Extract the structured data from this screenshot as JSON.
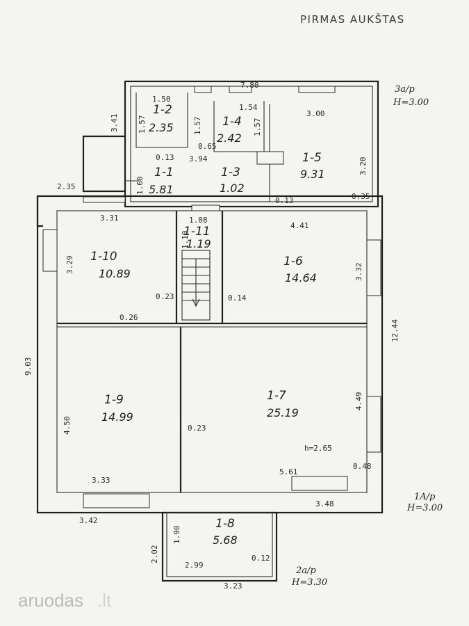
{
  "header": {
    "title": "PIRMAS AUKŠTAS",
    "note_top_right_1": "3a/p",
    "note_top_right_2": "H=3.00",
    "note_mid_right_1": "1A/p",
    "note_mid_right_2": "H=3.00",
    "note_bottom_1": "2a/p",
    "note_bottom_2": "H=3.30"
  },
  "rooms": [
    {
      "id": "1-1",
      "area": "5.81"
    },
    {
      "id": "1-2",
      "area": "2.35"
    },
    {
      "id": "1-3",
      "area": "1.02"
    },
    {
      "id": "1-4",
      "area": "2.42"
    },
    {
      "id": "1-5",
      "area": "9.31"
    },
    {
      "id": "1-6",
      "area": "14.64"
    },
    {
      "id": "1-7",
      "area": "25.19"
    },
    {
      "id": "1-8",
      "area": "5.68"
    },
    {
      "id": "1-9",
      "area": "14.99"
    },
    {
      "id": "1-10",
      "area": "10.89"
    },
    {
      "id": "1-11",
      "area": "1.19"
    }
  ],
  "dimensions": {
    "d780": "7.80",
    "d150": "1.50",
    "d154": "1.54",
    "d300": "3.00",
    "d341": "3.41",
    "d157a": "1.57",
    "d157b": "1.57",
    "d157c": "1.57",
    "d065": "0.65",
    "d013a": "0.13",
    "d394": "3.94",
    "d320": "3.20",
    "d160": "1.60",
    "d235": "2.35",
    "d013b": "0.13",
    "d035": "0.35",
    "d331": "3.31",
    "d108": "1.08",
    "d441": "4.41",
    "d110": "1.10",
    "d329": "3.29",
    "d332": "3.32",
    "d1244": "12.44",
    "d023a": "0.23",
    "d014": "0.14",
    "d026": "0.26",
    "d903": "9.03",
    "d450": "4.50",
    "d449": "4.49",
    "d023b": "0.23",
    "h265": "h=2.65",
    "d333": "3.33",
    "d561": "5.61",
    "d048": "0.48",
    "d342": "3.42",
    "d348": "3.48",
    "d190": "1.90",
    "d202": "2.02",
    "d299": "2.99",
    "d012": "0.12",
    "d323": "3.23"
  },
  "watermark": {
    "brand": "aruodas",
    "tld": ".lt"
  },
  "colors": {
    "paper": "#f4f5f2",
    "ink": "#1f1f1f",
    "watermark": "#b9bcb6"
  }
}
